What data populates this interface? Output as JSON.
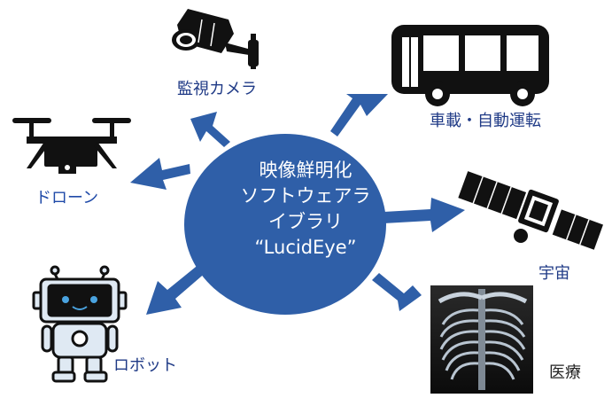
{
  "diagram": {
    "center_lines": [
      "映像鮮明化",
      "ソフトウェアラ",
      "イブラリ",
      "“LucidEye”"
    ],
    "labels": {
      "camera": "監視カメラ",
      "vehicle": "車載・自動運転",
      "drone": "ドローン",
      "space": "宇宙",
      "robot": "ロボット",
      "medical": "医療"
    },
    "icons": [
      "security-camera-icon",
      "bus-icon",
      "drone-icon",
      "satellite-icon",
      "robot-icon",
      "xray-icon"
    ]
  },
  "colors": {
    "hub": "#2f5fa8",
    "label_text": "#1f3a86",
    "icon_dark": "#111111",
    "xray_bg": "#0b0b0b",
    "robot_fill": "#dfe9f3"
  }
}
